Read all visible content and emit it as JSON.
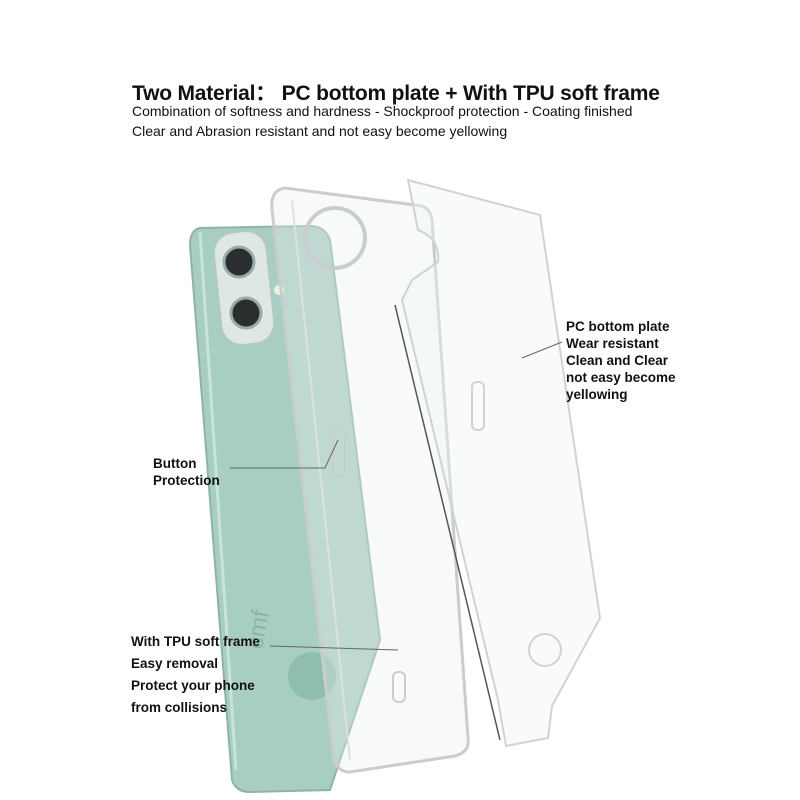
{
  "header": {
    "title": "Two Material：  PC bottom plate + With TPU soft frame",
    "line1": "Combination of softness and hardness - Shockproof protection - Coating finished",
    "line2": "Clear and Abrasion resistant and not easy become yellowing"
  },
  "callouts": {
    "button": [
      "Button",
      "Protection"
    ],
    "plate": [
      "PC bottom plate",
      "Wear resistant",
      "Clean and Clear",
      "not easy become",
      "yellowing"
    ],
    "frame": [
      "With TPU soft frame",
      "Easy removal",
      "Protect your phone",
      "from collisions"
    ]
  },
  "colors": {
    "phone": "#a8cdc2",
    "text": "#111111"
  }
}
